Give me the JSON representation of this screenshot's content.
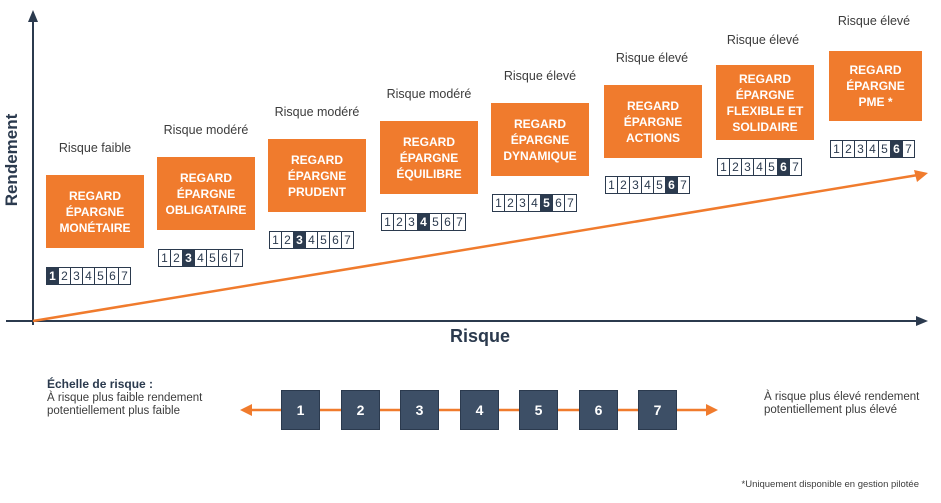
{
  "axes": {
    "y_label": "Rendement",
    "x_label": "Risque"
  },
  "funds": [
    {
      "risk_label": "Risque faible",
      "name": "REGARD ÉPARGNE MONÉTAIRE",
      "level": 1
    },
    {
      "risk_label": "Risque modéré",
      "name": "REGARD ÉPARGNE OBLIGATAIRE",
      "level": 3
    },
    {
      "risk_label": "Risque modéré",
      "name": "REGARD ÉPARGNE PRUDENT",
      "level": 3
    },
    {
      "risk_label": "Risque modéré",
      "name": "REGARD ÉPARGNE ÉQUILIBRE",
      "level": 4
    },
    {
      "risk_label": "Risque élevé",
      "name": "REGARD ÉPARGNE DYNAMIQUE",
      "level": 5
    },
    {
      "risk_label": "Risque élevé",
      "name": "REGARD ÉPARGNE ACTIONS",
      "level": 6
    },
    {
      "risk_label": "Risque élevé",
      "name": "REGARD ÉPARGNE FLEXIBLE ET SOLIDAIRE",
      "level": 6
    },
    {
      "risk_label": "Risque élevé",
      "name": "REGARD ÉPARGNE PME *",
      "level": 6
    }
  ],
  "scale_digits": [
    "1",
    "2",
    "3",
    "4",
    "5",
    "6",
    "7"
  ],
  "legend": {
    "title": "Échelle de risque :",
    "left_text": "À risque plus faible rendement potentiellement plus faible",
    "right_text": "À risque plus élevé rendement potentiellement plus élevé",
    "levels": [
      "1",
      "2",
      "3",
      "4",
      "5",
      "6",
      "7"
    ]
  },
  "footnote": "*Uniquement disponible en gestion pilotée",
  "colors": {
    "orange": "#f07b2d",
    "navy": "#2b3a4e",
    "legend_box": "#3d4f66"
  }
}
